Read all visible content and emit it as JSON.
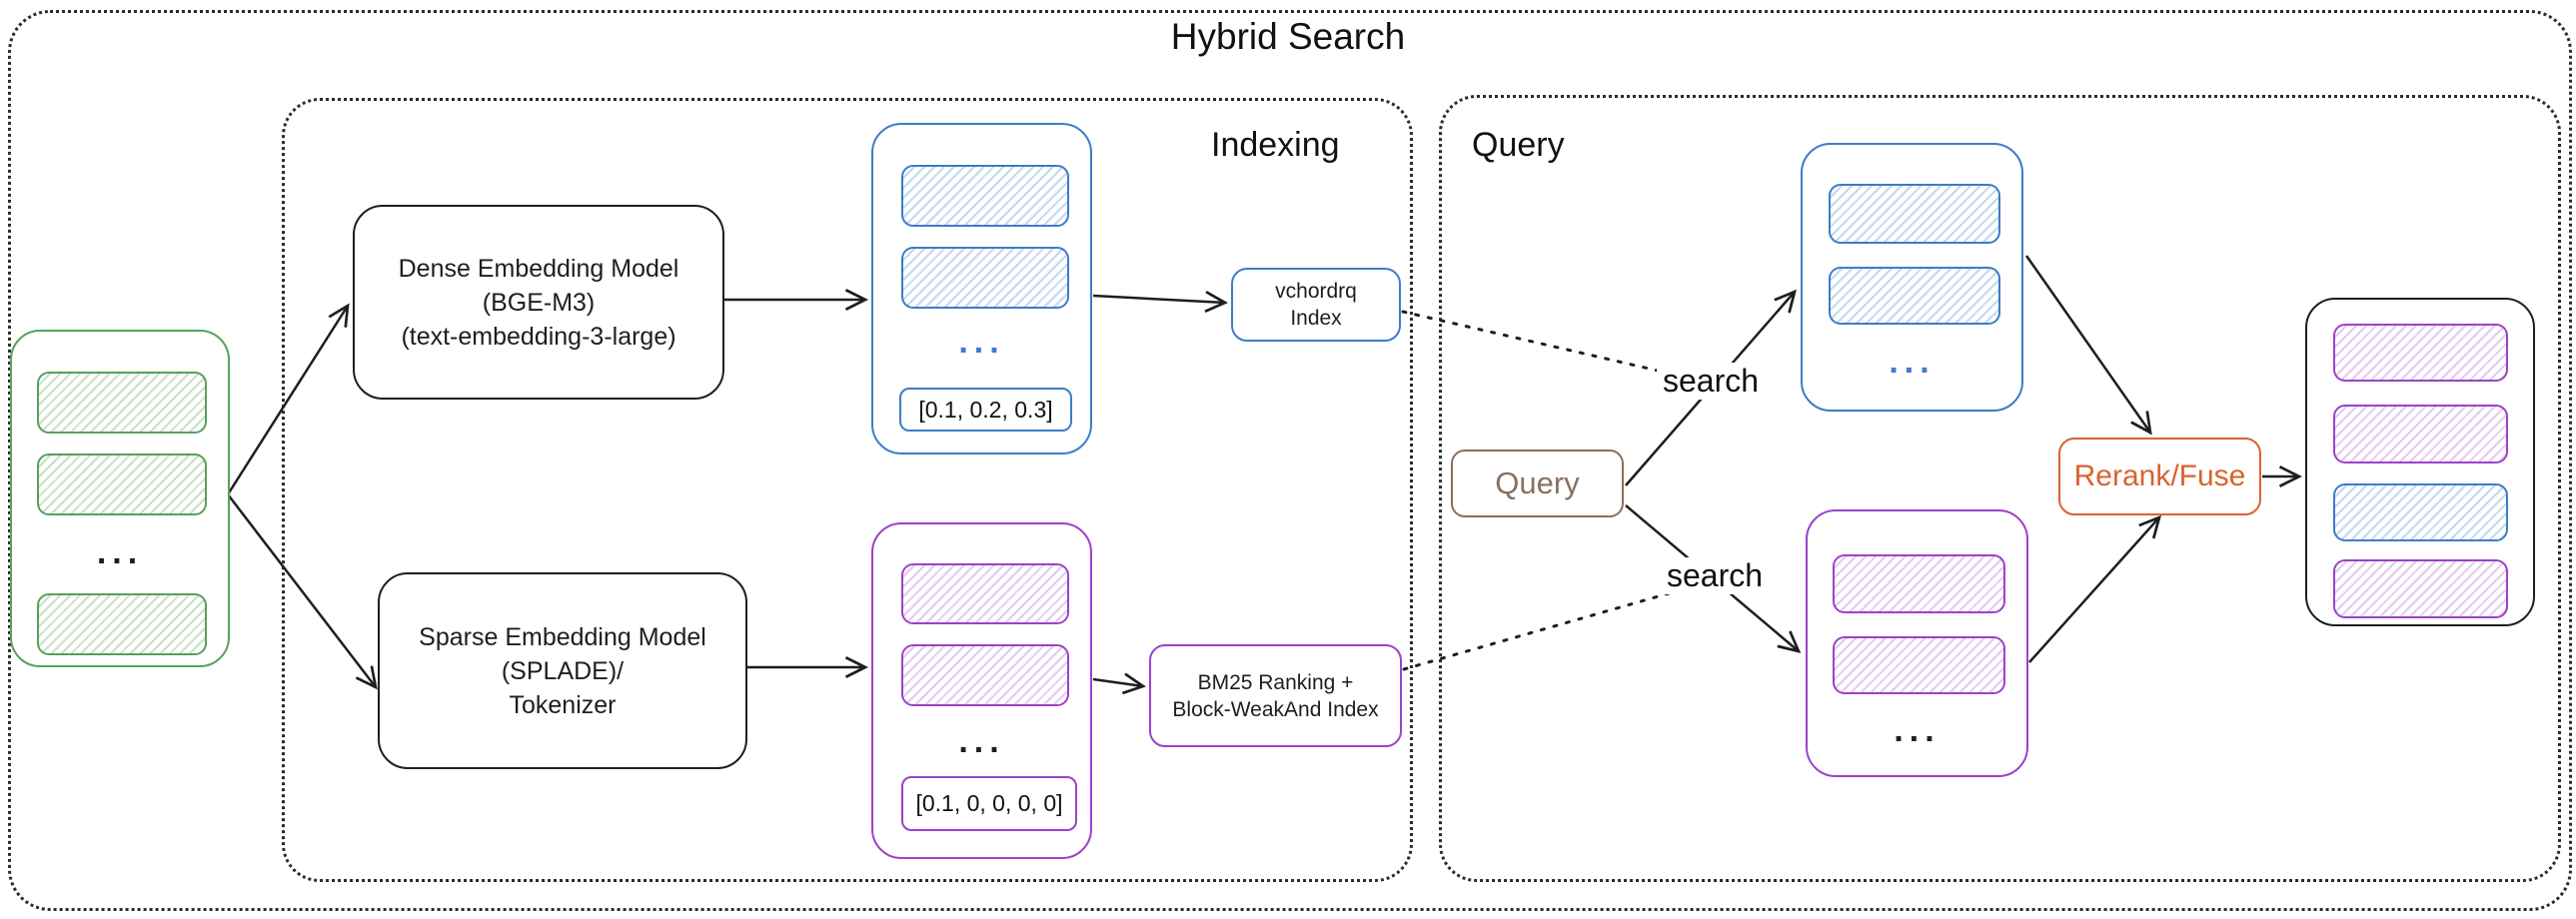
{
  "title": "Hybrid Search",
  "sections": {
    "indexing_label": "Indexing",
    "query_label": "Query"
  },
  "colors": {
    "dense_blue": "#3d7cc9",
    "sparse_purple": "#9c42c8",
    "docs_green": "#58a05c",
    "rerank_orange": "#d9632e",
    "query_brown": "#8a6f5f",
    "line_black": "#1e1e1e"
  },
  "documents": {
    "ellipsis": "..."
  },
  "indexing": {
    "dense_model": {
      "lines": [
        "Dense Embedding Model",
        "(BGE-M3)",
        "(text-embedding-3-large)"
      ]
    },
    "sparse_model": {
      "lines": [
        "Sparse Embedding Model",
        "(SPLADE)/",
        "Tokenizer"
      ]
    },
    "dense_vectors": {
      "ellipsis": "...",
      "vector": "[0.1, 0.2, 0.3]"
    },
    "sparse_vectors": {
      "ellipsis": "...",
      "vector": "[0.1, 0, 0, 0, 0]"
    },
    "dense_index": {
      "lines": [
        "vchordrq",
        "Index"
      ]
    },
    "sparse_index": {
      "lines": [
        "BM25 Ranking +",
        "Block-WeakAnd Index"
      ]
    }
  },
  "query": {
    "query_box_label": "Query",
    "search_label_dense": "search",
    "search_label_sparse": "search",
    "dense_results": {
      "ellipsis": "..."
    },
    "sparse_results": {
      "ellipsis": "..."
    },
    "rerank_label": "Rerank/Fuse"
  }
}
